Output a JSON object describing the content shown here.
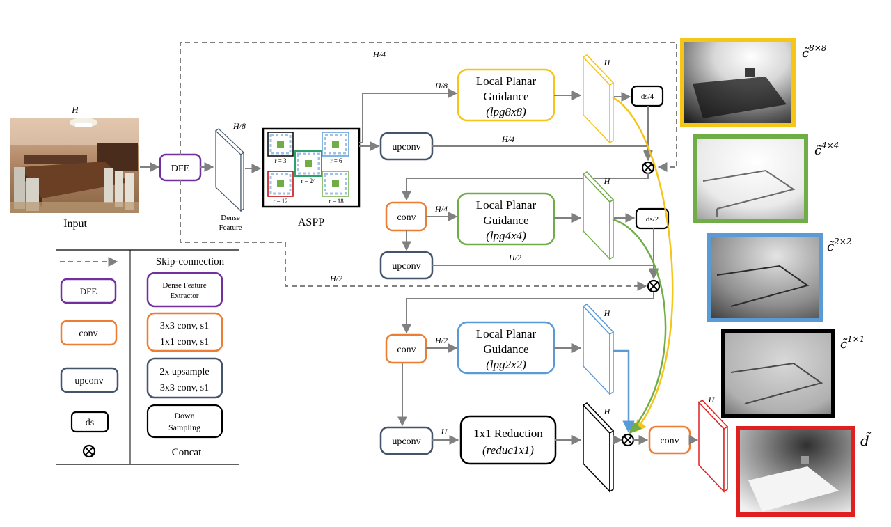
{
  "input": {
    "label": "Input",
    "dim": "H"
  },
  "dfe": {
    "label": "DFE"
  },
  "dense": {
    "label_line1": "Dense",
    "label_line2": "Feature",
    "dim": "H/8"
  },
  "aspp": {
    "title": "ASPP",
    "rates": [
      "r = 3",
      "r = 6",
      "r = 24",
      "r = 12",
      "r = 18"
    ]
  },
  "skip_dims": {
    "top": "H/4",
    "mid": "H/2"
  },
  "branch8": {
    "dim_in": "H/8",
    "line1": "Local Planar",
    "line2": "Guidance",
    "line3": "(lpg8x8)",
    "dim_out": "H",
    "ds": "ds/4"
  },
  "up1": {
    "label": "upconv",
    "dim": "H/4"
  },
  "conv1": {
    "label": "conv",
    "dim": "H/4"
  },
  "branch4": {
    "line1": "Local Planar",
    "line2": "Guidance",
    "line3": "(lpg4x4)",
    "dim_out": "H",
    "ds": "ds/2"
  },
  "up2": {
    "label": "upconv",
    "dim": "H/2"
  },
  "conv2": {
    "label": "conv",
    "dim": "H/2"
  },
  "branch2": {
    "line1": "Local Planar",
    "line2": "Guidance",
    "line3": "(lpg2x2)",
    "dim_out": "H"
  },
  "up3": {
    "label": "upconv",
    "dim": "H"
  },
  "reduc": {
    "line1": "1x1 Reduction",
    "line2": "(reduc1x1)",
    "dim_out": "H"
  },
  "final": {
    "conv": "conv",
    "dim": "H"
  },
  "outputs": {
    "c8": {
      "base": "c̃",
      "sup": "8×8"
    },
    "c4": {
      "base": "c̃",
      "sup": "4×4"
    },
    "c2": {
      "base": "c̃",
      "sup": "2×2"
    },
    "c1": {
      "base": "c̃",
      "sup": "1×1"
    },
    "d": {
      "base": "d̃"
    }
  },
  "legend": {
    "skip": "Skip-connection",
    "dfe": "DFE",
    "dfe_desc": [
      "Dense Feature",
      "Extractor"
    ],
    "conv": "conv",
    "conv_desc": [
      "3x3 conv, s1",
      "1x1 conv, s1"
    ],
    "upconv": "upconv",
    "upconv_desc": [
      "2x upsample",
      "3x3 conv, s1"
    ],
    "ds": "ds",
    "ds_desc": [
      "Down",
      "Sampling"
    ],
    "concat": "Concat"
  },
  "colors": {
    "dfe": "#7030a0",
    "conv": "#ed7d31",
    "upconv": "#44546a",
    "lpg8": "#f5c518",
    "lpg4": "#70ad47",
    "lpg2": "#5b9bd5",
    "final_feature": "#e02020",
    "arrow": "#808080"
  }
}
